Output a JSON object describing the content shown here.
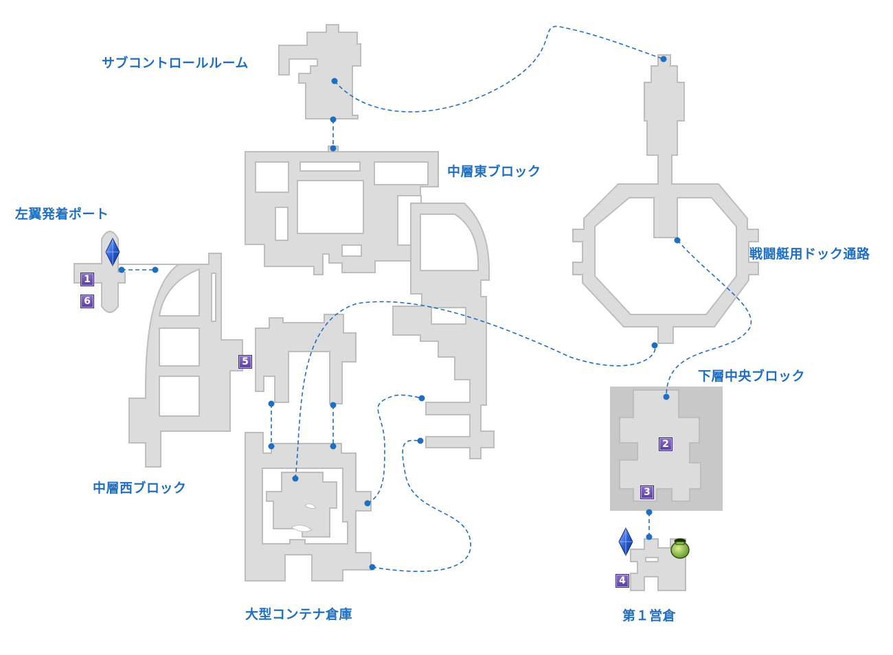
{
  "colors": {
    "room_fill": "#dcdcdc",
    "room_stroke": "#bdbdbd",
    "zone_fill": "#c8c8c8",
    "path_line": "#1f6fc0",
    "label_text": "#1f6fc0",
    "marker_fill": "#6c52b0",
    "crystal": "#2c5fd8",
    "jar": "#7fb23a"
  },
  "areas": {
    "sub_control_room": "サブコントロールルーム",
    "mid_east_block": "中層東ブロック",
    "left_wing_port": "左翼発着ポート",
    "fighter_dock_passage": "戦闘艇用ドック通路",
    "lower_central_block": "下層中央ブロック",
    "mid_west_block": "中層西ブロック",
    "large_container_warehouse": "大型コンテナ倉庫",
    "first_barracks": "第１営倉"
  },
  "markers": {
    "m1": "1",
    "m2": "2",
    "m3": "3",
    "m4": "4",
    "m5": "5",
    "m6": "6"
  },
  "icons": {
    "save_crystal": "crystal-icon",
    "treasure_jar": "jar-icon"
  }
}
